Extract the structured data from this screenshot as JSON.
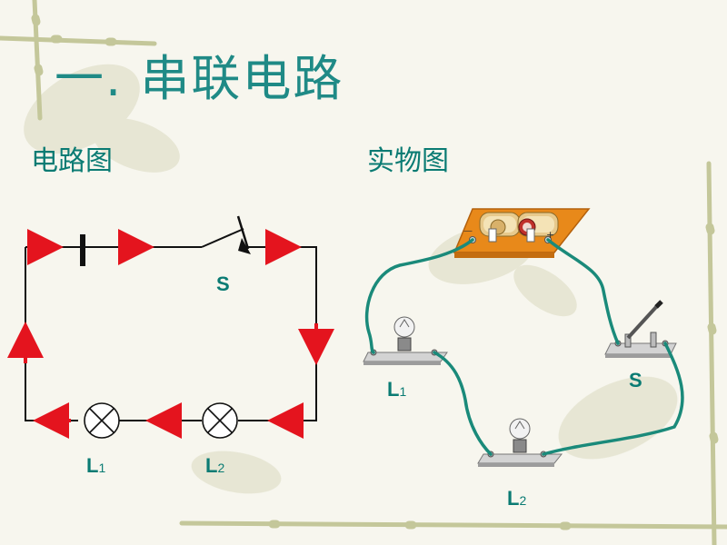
{
  "title": "一. 串联电路",
  "sections": {
    "schematic": "电路图",
    "physical": "实物图"
  },
  "schematic_labels": {
    "switch": "S",
    "lamp1_letter": "L",
    "lamp1_sub": "1",
    "lamp2_letter": "L",
    "lamp2_sub": "2"
  },
  "physical_labels": {
    "switch": "S",
    "lamp1_letter": "L",
    "lamp1_sub": "1",
    "lamp2_letter": "L",
    "lamp2_sub": "2"
  },
  "battery_marks": {
    "neg": "—",
    "pos": "+"
  },
  "colors": {
    "title": "#1f8a86",
    "text": "#0a7b73",
    "wire": "#1a8a7a",
    "arrow": "#e4141e",
    "board": "#e8891a"
  }
}
